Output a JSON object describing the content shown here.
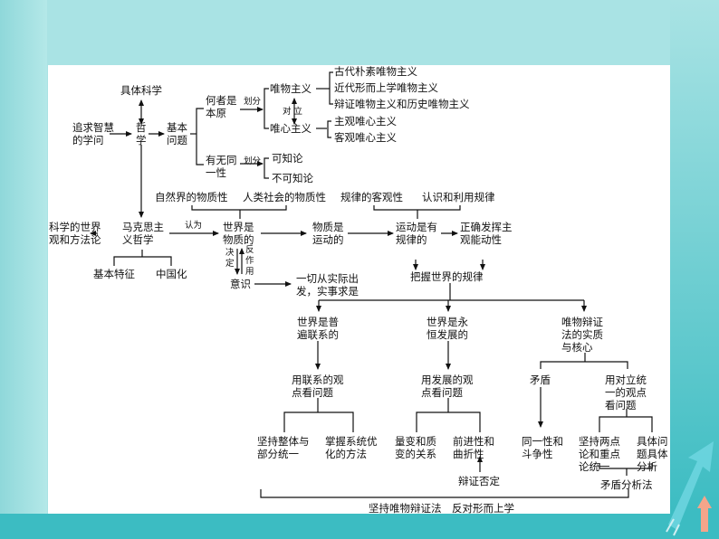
{
  "diagram": {
    "top": {
      "concrete_science": "具体科学",
      "pursuit_of_wisdom": "追求智慧\n的学问",
      "philosophy": "哲\n学",
      "basic_question": "基本\n问题",
      "which_is_origin": "何者是\n本原",
      "divide_1": "划分",
      "materialism": "唯物主义",
      "opposition": "对 立",
      "idealism": "唯心主义",
      "materialism_types": [
        "古代朴素唯物主义",
        "近代形而上学唯物主义",
        "辩证唯物主义和历史唯物主义"
      ],
      "idealism_types": [
        "主观唯心主义",
        "客观唯心主义"
      ],
      "identity_question": "有无同\n一性",
      "divide_2": "划分",
      "knowable": "可知论",
      "agnostic": "不可知论"
    },
    "middle": {
      "attributes": [
        "自然界的物质性",
        "人类社会的物质性",
        "规律的客观性",
        "认识和利用规律"
      ],
      "scientific_worldview": "科学的世界\n观和方法论",
      "marxist_philosophy": "马克思主\n义哲学",
      "holds": "认为",
      "world_is_material": "世界是\n物质的",
      "matter_in_motion": "物质是\n运动的",
      "motion_has_laws": "运动是有\n规律的",
      "subjective_initiative": "正确发挥主\n观能动性",
      "determines": "决\n定",
      "reacts": "反\n作\n用",
      "basic_features": "基本特征",
      "sinicization": "中国化",
      "consciousness": "意识",
      "seek_truth": "一切从实际出\n发，实事求是",
      "grasp_laws": "把握世界的规律"
    },
    "lower": {
      "universal_connection": "世界是普\n遍联系的",
      "eternal_development": "世界是永\n恒发展的",
      "dialectics_core": "唯物辩证\n法的实质\n与核心",
      "view_connection": "用联系的观\n点看问题",
      "view_development": "用发展的观\n点看问题",
      "contradiction": "矛盾",
      "view_unity_opposites": "用对立统\n一的观点\n看问题",
      "whole_and_parts": "坚持整体与\n部分统一",
      "system_optimization": "掌握系统优\n化的方法",
      "quantity_quality": "量变和质\n变的关系",
      "progressive_tortuous": "前进性和\n曲折性",
      "identity_struggle": "同一性和\n斗争性",
      "two_point_key_point": "坚持两点\n论和重点\n论统一",
      "concrete_analysis": "具体问\n题具体\n分析",
      "dialectical_negation": "辩证否定",
      "contradiction_analysis": "矛盾分析法",
      "conclusion": "坚持唯物辩证法　反对形而上学"
    }
  }
}
